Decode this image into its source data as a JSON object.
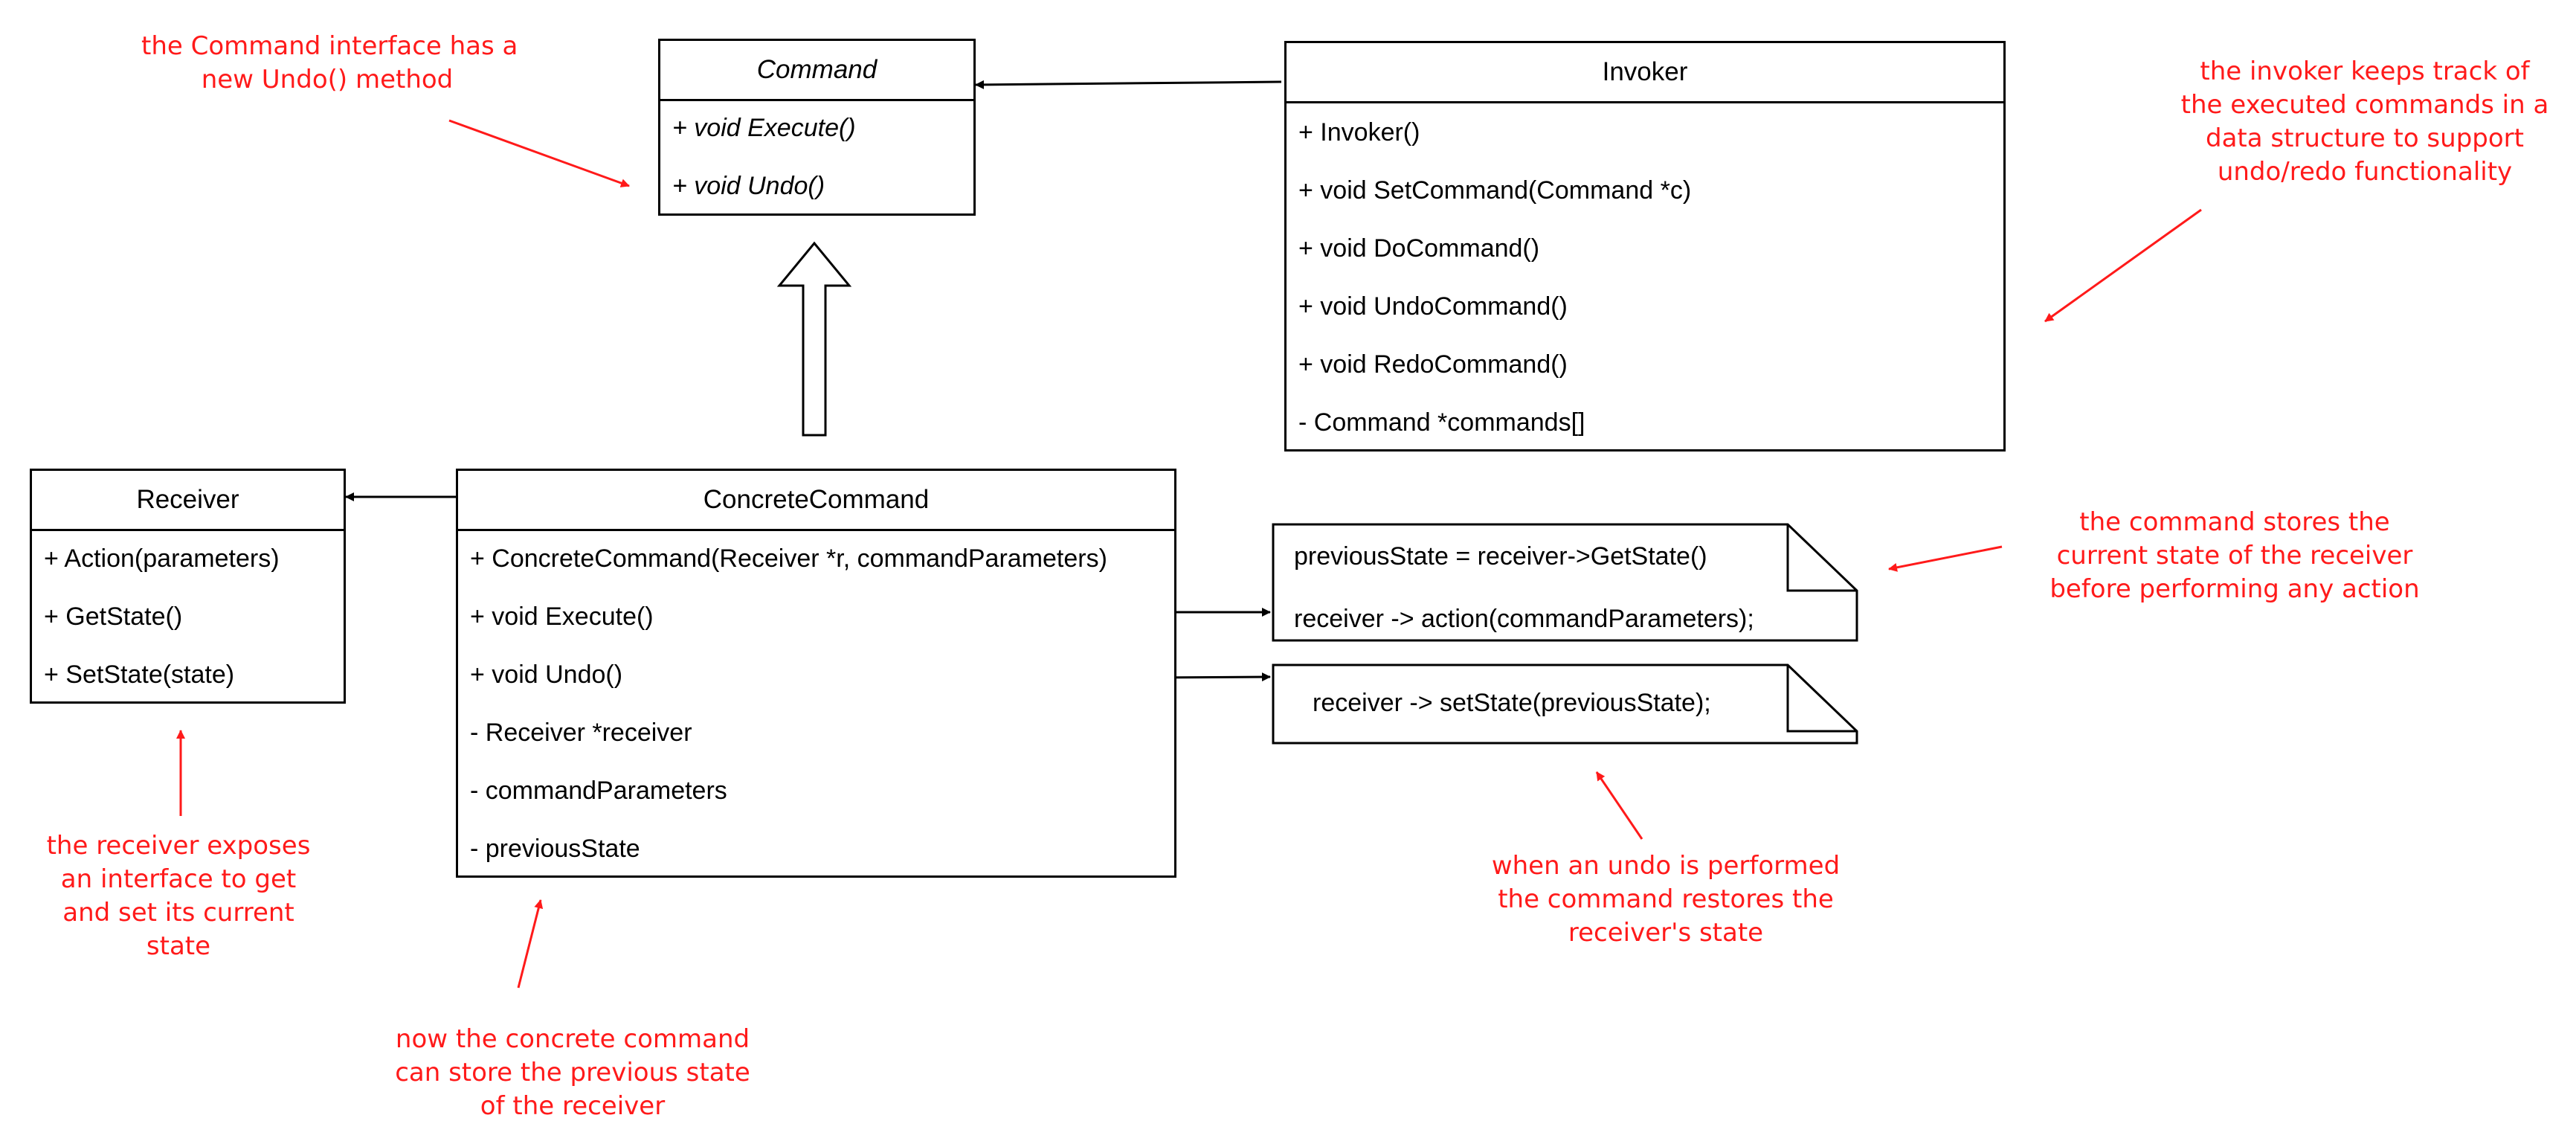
{
  "classes": {
    "command": {
      "name": "Command",
      "members": [
        "+ void Execute()",
        "+ void Undo()"
      ]
    },
    "invoker": {
      "name": "Invoker",
      "members": [
        "+ Invoker()",
        "+ void SetCommand(Command *c)",
        "+ void DoCommand()",
        "+ void UndoCommand()",
        "+ void RedoCommand()",
        "- Command *commands[]"
      ]
    },
    "receiver": {
      "name": "Receiver",
      "members": [
        "+ Action(parameters)",
        "+ GetState()",
        "+ SetState(state)"
      ]
    },
    "concrete_command": {
      "name": "ConcreteCommand",
      "members": [
        "+ ConcreteCommand(Receiver *r, commandParameters)",
        "+ void Execute()",
        "+ void Undo()",
        "- Receiver *receiver",
        "- commandParameters",
        "- previousState"
      ]
    }
  },
  "notes": {
    "execute_note": [
      "previousState = receiver->GetState()",
      "receiver -> action(commandParameters);"
    ],
    "undo_note": [
      "receiver -> setState(previousState);"
    ]
  },
  "annotations": {
    "command_undo": [
      "the Command interface has a",
      "new Undo() method"
    ],
    "invoker_tracking": [
      "the invoker keeps track of",
      "the executed commands in a",
      "data structure to support",
      "undo/redo functionality"
    ],
    "stores_state": [
      "the command stores the",
      "current state of the receiver",
      "before performing any action"
    ],
    "restores_state": [
      "when an undo is performed",
      "the command restores the",
      "receiver's state"
    ],
    "receiver_interface": [
      "the receiver exposes",
      "an interface to get",
      "and set its current",
      "state"
    ],
    "concrete_stores": [
      "now the concrete command",
      "can store the previous state",
      "of the receiver"
    ]
  },
  "colors": {
    "annotation": "#ff1a1a",
    "line": "#000000",
    "background": "#ffffff"
  }
}
